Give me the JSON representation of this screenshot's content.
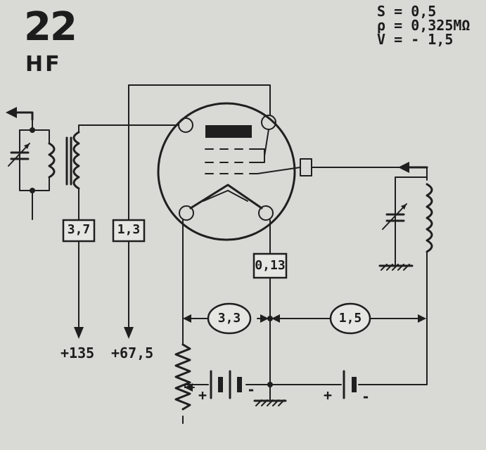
{
  "tube": {
    "number": "22",
    "type": "HF"
  },
  "parameters": [
    {
      "symbol": "S",
      "eq": "=",
      "value": "0,5"
    },
    {
      "symbol": "ρ",
      "eq": "=",
      "value": "0,325MΩ"
    },
    {
      "symbol": "V",
      "eq": "=",
      "value": "- 1,5"
    }
  ],
  "boxes": {
    "left_coil": "3,7",
    "screen": "1,3",
    "cathode": "0,13"
  },
  "circles": {
    "left": "3,3",
    "right": "1,5"
  },
  "supplies": {
    "plate": "+135",
    "screen": "+67,5"
  },
  "battery_signs": {
    "left_plus": "+",
    "left_minus": "-",
    "right_plus": "+",
    "right_minus": "-"
  }
}
